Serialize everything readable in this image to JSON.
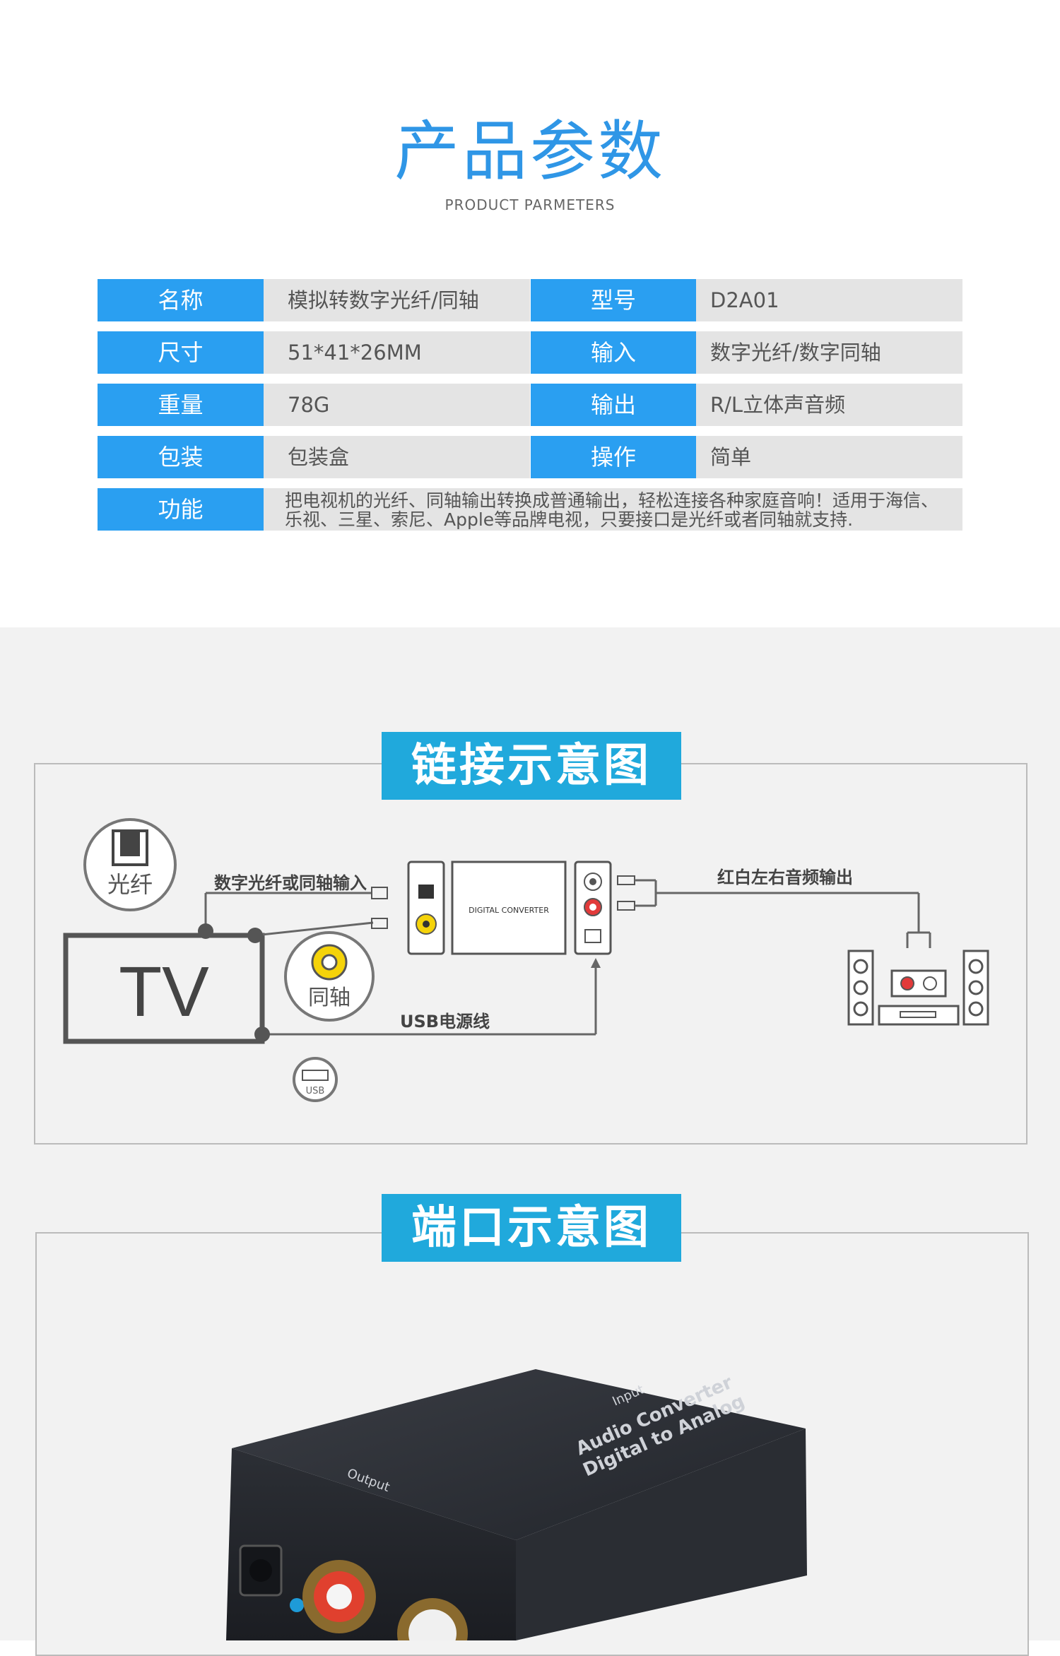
{
  "header": {
    "title_cn": "产品参数",
    "title_en": "PRODUCT PARMETERS"
  },
  "specs": {
    "rows": [
      {
        "l1": "名称",
        "v1": "模拟转数字光纤/同轴",
        "l2": "型号",
        "v2": "D2A01"
      },
      {
        "l1": "尺寸",
        "v1": "51*41*26MM",
        "l2": "输入",
        "v2": "数字光纤/数字同轴"
      },
      {
        "l1": "重量",
        "v1": "78G",
        "l2": "输出",
        "v2": "R/L立体声音频"
      },
      {
        "l1": "包装",
        "v1": "包装盒",
        "l2": "操作",
        "v2": "简单"
      }
    ],
    "function_label": "功能",
    "function_value": "把电视机的光纤、同轴输出转换成普通输出，轻松连接各种家庭音响！适用于海信、乐视、三星、索尼、Apple等品牌电视，只要接口是光纤或者同轴就支持."
  },
  "connection": {
    "banner": "链接示意图",
    "optical": "光纤",
    "coaxial": "同轴",
    "tv": "TV",
    "usb_icon": "USB",
    "input_label": "数字光纤或同轴输入",
    "output_label": "红白左右音频输出",
    "power_label": "USB电源线",
    "device_label": "DIGITAL CONVERTER"
  },
  "ports": {
    "banner": "端口示意图",
    "device_text_1": "Digital to Analog",
    "device_text_2": "Audio Converter",
    "input_text": "Input",
    "output_text": "Output"
  },
  "colors": {
    "accent": "#2a9ff1",
    "banner": "#20a9dc",
    "title": "#2f96e6"
  }
}
